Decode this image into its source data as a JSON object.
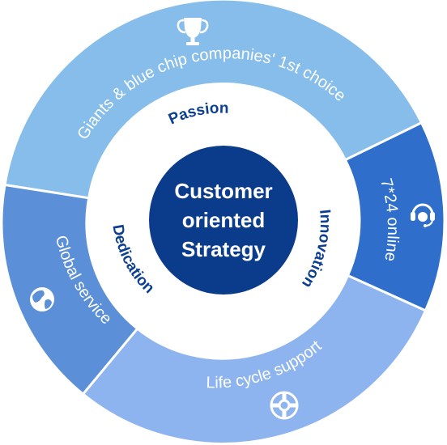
{
  "center": {
    "lines": [
      "Customer",
      "oriented",
      "Strategy"
    ]
  },
  "inner_ring": {
    "passion": "Passion",
    "innovation": "Innovation",
    "dedication": "Dedication"
  },
  "segments": {
    "giants": {
      "label": "Giants & blue chip companies' 1st choice",
      "icon": "trophy-icon"
    },
    "online": {
      "label": "7*24 online",
      "icon": "headset-icon"
    },
    "lifecycle": {
      "label": "Life cycle support",
      "icon": "lifebuoy-icon"
    },
    "global": {
      "label": "Global service",
      "icon": "globe-icon"
    }
  },
  "colors": {
    "giants": "#86bdea",
    "online": "#2f6fcb",
    "lifecycle": "#8db4ef",
    "global": "#5b8fd8",
    "center": "#0b3c8c",
    "ring_text": "#0d3f8f"
  }
}
